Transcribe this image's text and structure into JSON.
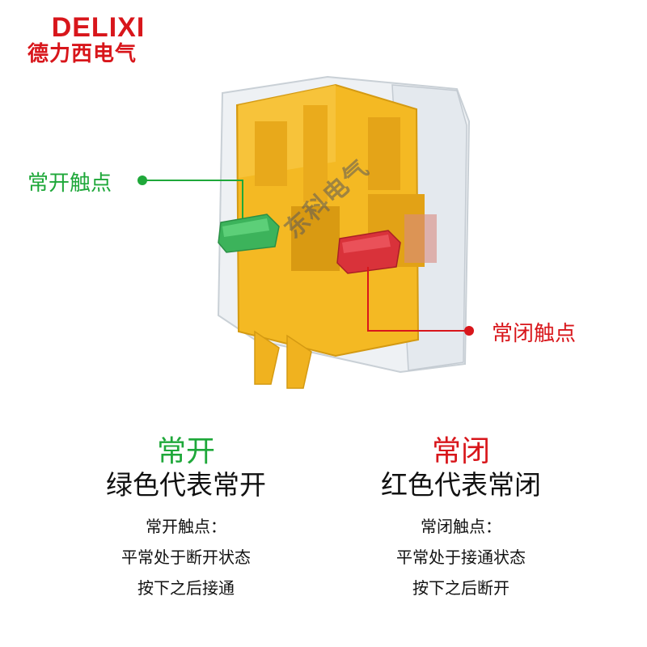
{
  "brand": {
    "name_en": "DELIXI",
    "name_cn": "德力西电气"
  },
  "watermark": "东科电气",
  "callouts": {
    "no": {
      "label": "常开触点",
      "color": "#1fa83a"
    },
    "nc": {
      "label": "常闭触点",
      "color": "#d8161b"
    }
  },
  "left": {
    "title": "常开",
    "subtitle": "绿色代表常开",
    "lines": [
      "常开触点：",
      "平常处于断开状态",
      "按下之后接通"
    ]
  },
  "right": {
    "title": "常闭",
    "subtitle": "红色代表常闭",
    "lines": [
      "常闭触点：",
      "平常处于接通状态",
      "按下之后断开"
    ]
  },
  "colors": {
    "brand_red": "#d8161b",
    "body_yellow": "#f4b923",
    "contact_green": "#3cb35b",
    "contact_red": "#d9323a"
  }
}
